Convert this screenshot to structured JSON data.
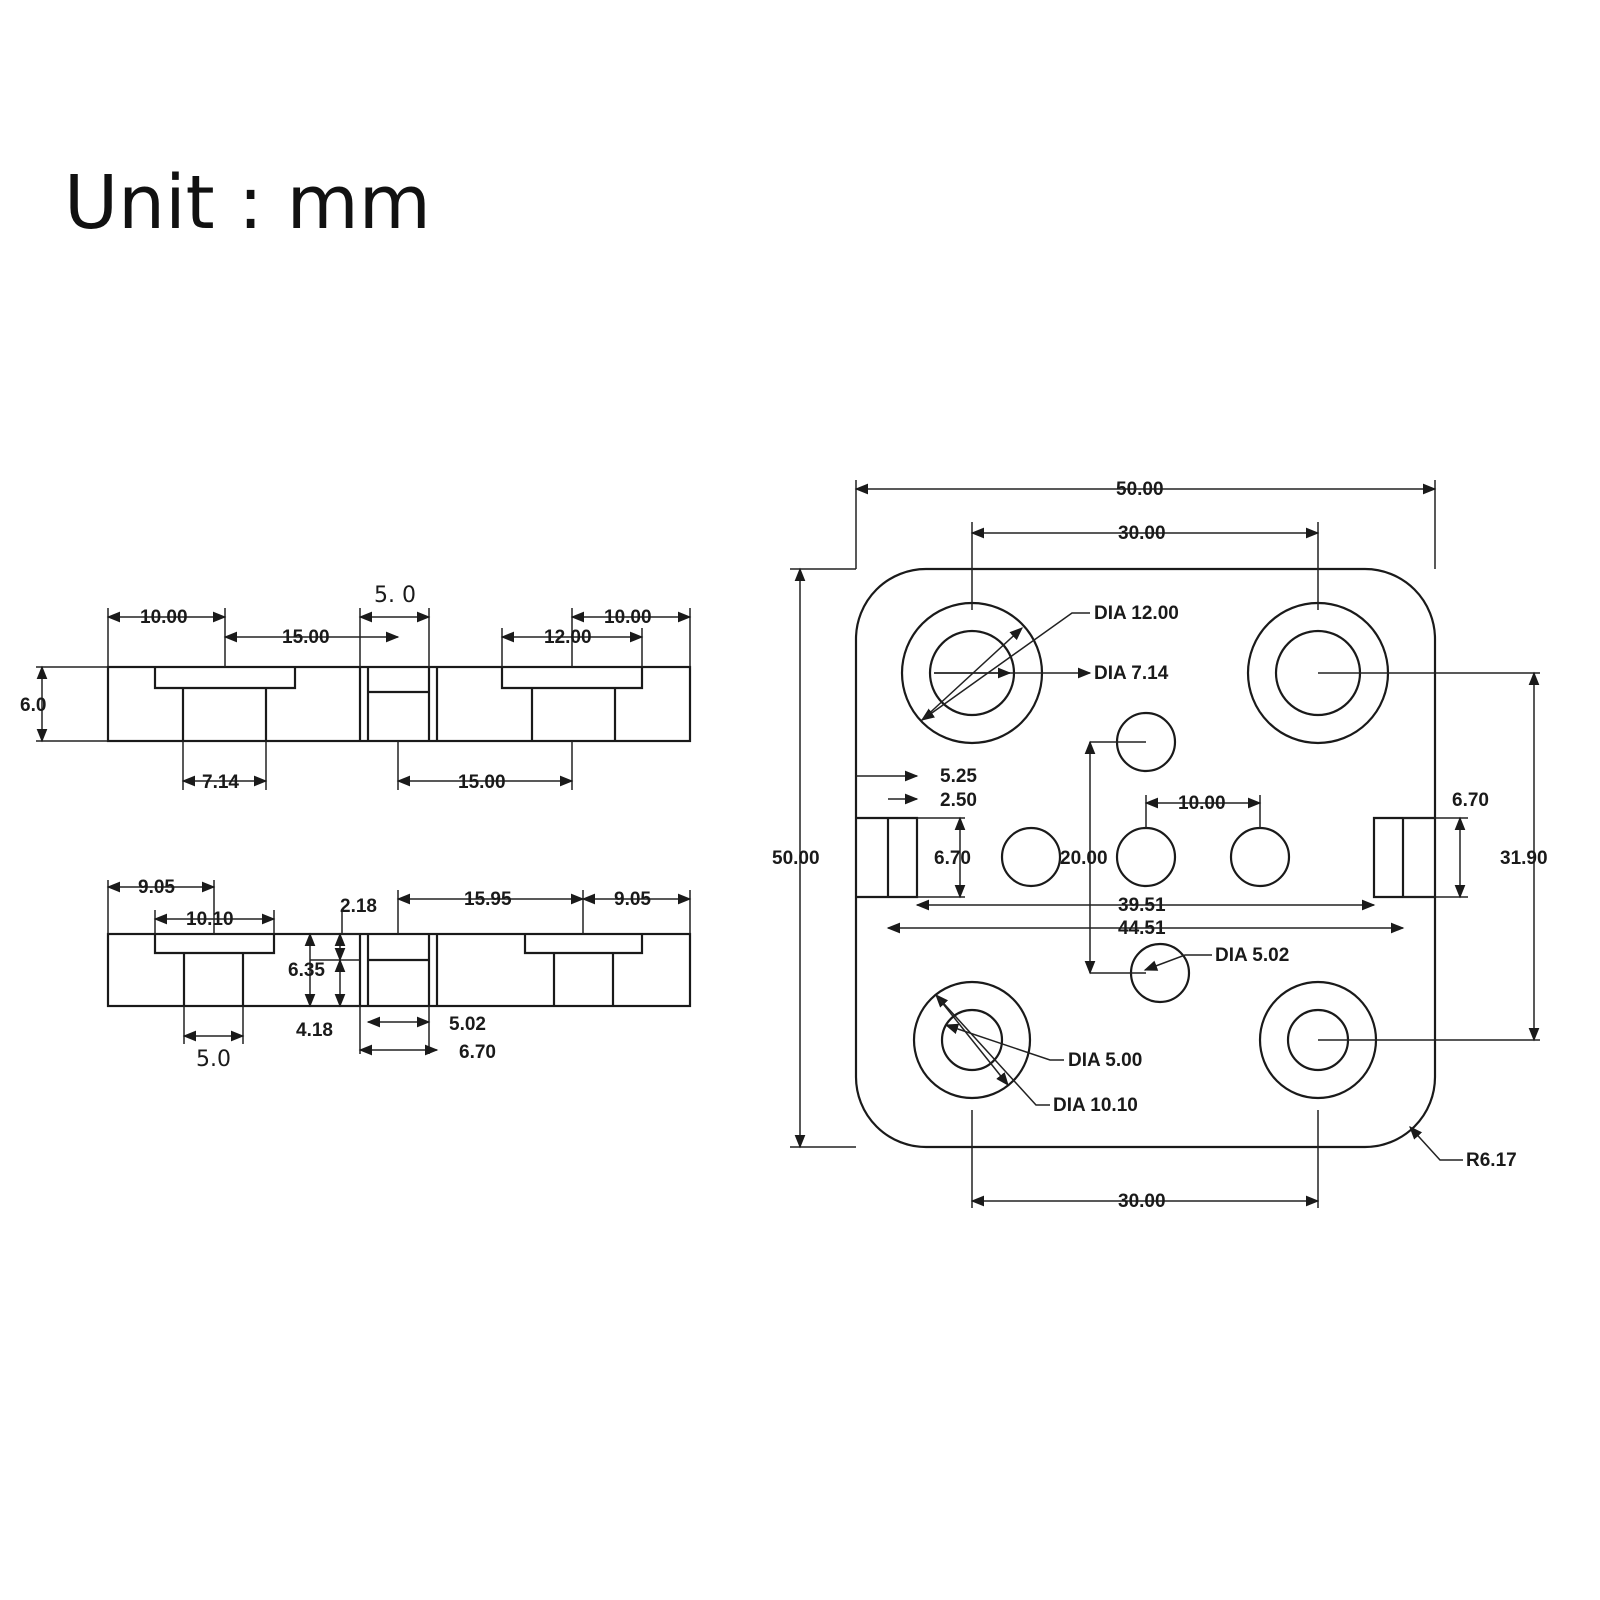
{
  "title": "Unit : mm",
  "side_view_top": {
    "dims": [
      "10.00",
      "15.00",
      "5. 0",
      "12.00",
      "10.00",
      "6.0",
      "7.14",
      "15.00"
    ]
  },
  "side_view_bottom": {
    "dims": [
      "9.05",
      "10.10",
      "2.18",
      "15.95",
      "9.05",
      "6.35",
      "4.18",
      "5.0",
      "5.02",
      "6.70"
    ]
  },
  "top_view": {
    "dims": [
      "50.00",
      "30.00",
      "50.00",
      "DIA 12.00",
      "DIA 7.14",
      "5.25",
      "2.50",
      "6.70",
      "20.00",
      "10.00",
      "6.70",
      "31.90",
      "39.51",
      "44.51",
      "DIA 5.02",
      "DIA 5.00",
      "DIA 10.10",
      "30.00",
      "R6.17"
    ]
  }
}
